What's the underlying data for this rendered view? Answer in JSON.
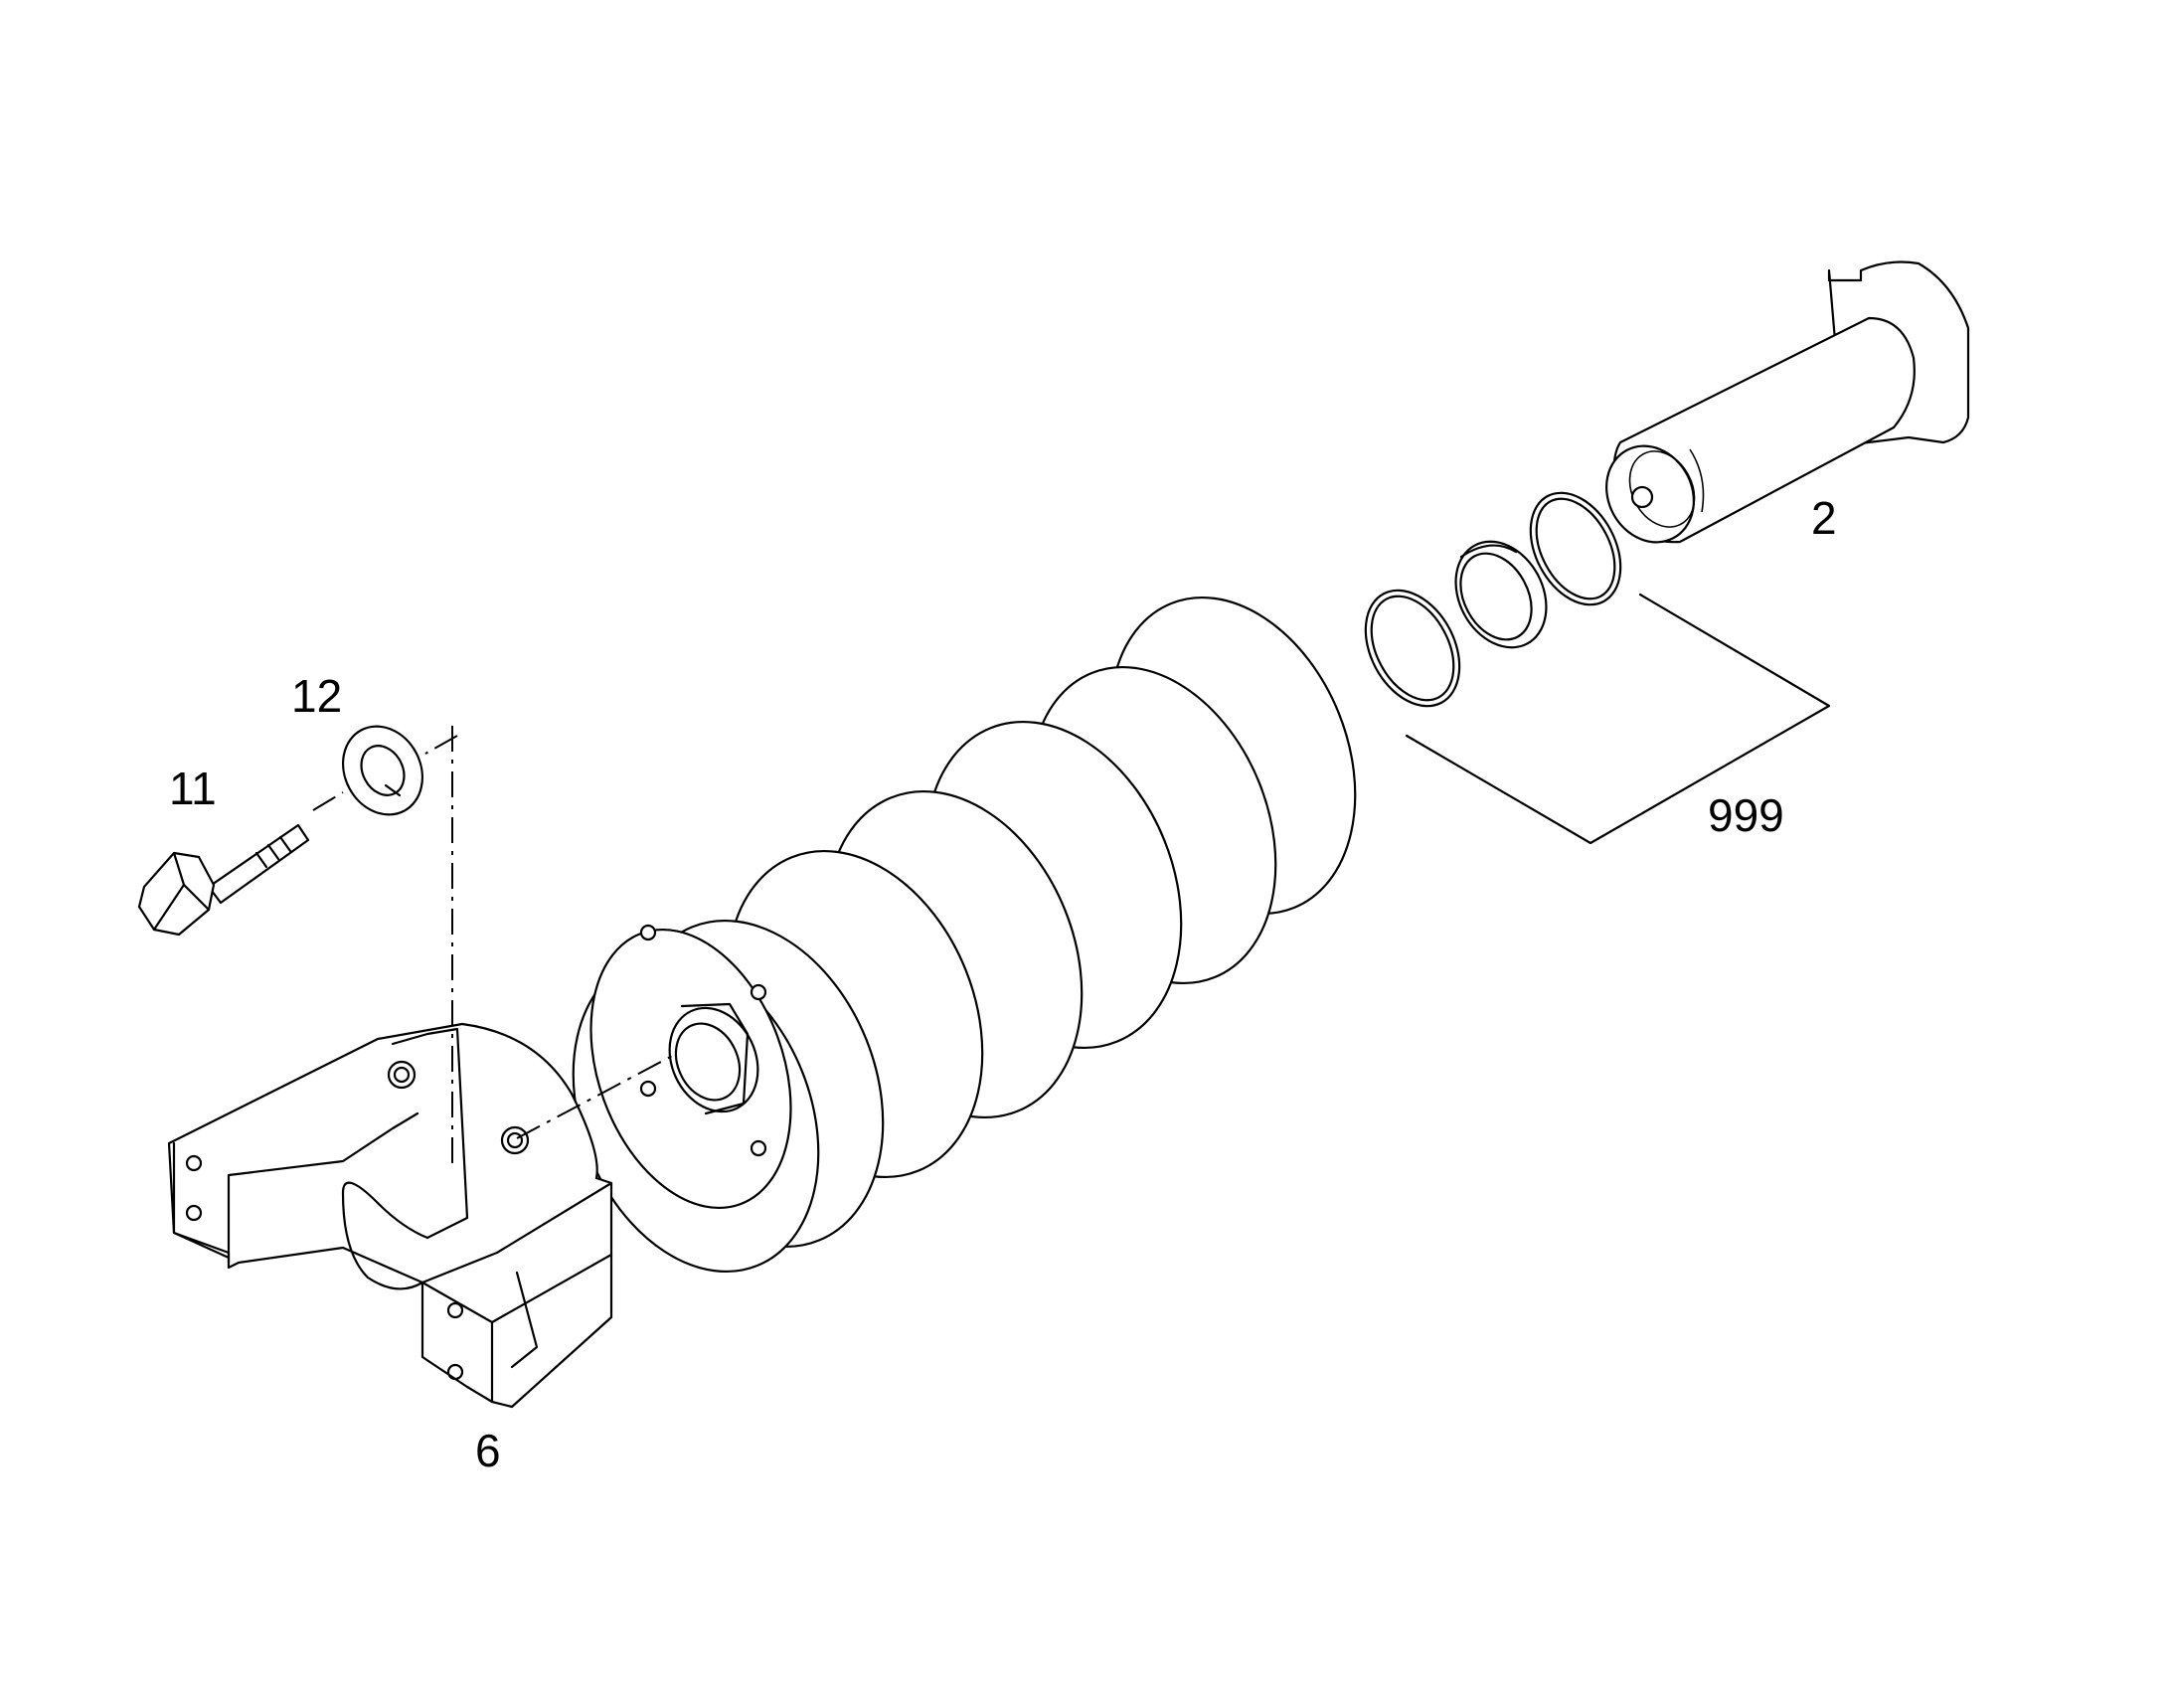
{
  "callouts": {
    "pin": "2",
    "seal_kit": "999",
    "washer": "12",
    "bolt": "11",
    "bracket": "6"
  },
  "colors": {
    "line": "#000000",
    "background": "#ffffff"
  }
}
